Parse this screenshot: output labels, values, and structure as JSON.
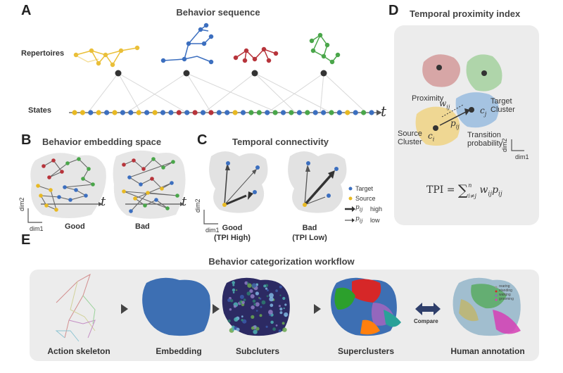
{
  "panels": {
    "a": {
      "letter": "A",
      "title": "Behavior sequence",
      "repertoires_label": "Repertoires",
      "states_label": "States",
      "time_symbol": "t",
      "state_sequence": [
        "y",
        "y",
        "b",
        "y",
        "b",
        "y",
        "b",
        "b",
        "y",
        "b",
        "y",
        "b",
        "b",
        "r",
        "b",
        "r",
        "b",
        "r",
        "b",
        "b",
        "y",
        "b",
        "g",
        "g",
        "b",
        "g",
        "b",
        "g",
        "b",
        "g",
        "b",
        "b",
        "g",
        "b",
        "y",
        "b",
        "g",
        "b"
      ]
    },
    "b": {
      "letter": "B",
      "title": "Behavior embedding space",
      "good_label": "Good",
      "bad_label": "Bad",
      "time_symbol": "t",
      "dim1": "dim1",
      "dim2": "dim2"
    },
    "c": {
      "letter": "C",
      "title": "Temporal connectivity",
      "good_label": "Good",
      "good_sub": "(TPI High)",
      "bad_label": "Bad",
      "bad_sub": "(TPI Low)",
      "legend_target": "Target",
      "legend_source": "Source",
      "legend_high": "high",
      "legend_low": "low",
      "p_symbol": "p",
      "p_sub": "ij",
      "dim1": "dim1",
      "dim2": "dim2"
    },
    "d": {
      "letter": "D",
      "title": "Temporal proximity index",
      "proximity": "Proximity",
      "target_cluster_1": "Target",
      "target_cluster_2": "Cluster",
      "source_cluster_1": "Source",
      "source_cluster_2": "Cluster",
      "transition_1": "Transition",
      "transition_2": "probability",
      "w_ij": "w",
      "p_ij": "p",
      "c_i": "c",
      "c_j": "c",
      "sub_ij": "ij",
      "sub_i": "i",
      "sub_j": "j",
      "formula_lhs": "TPI =",
      "formula_sum": "∑",
      "formula_upper": "n",
      "formula_lower": "i≠j",
      "formula_term": "w",
      "formula_term_sub": "ij",
      "formula_term2": "p",
      "formula_term2_sub": "ij",
      "dim1": "dim1",
      "dim2": "dim2"
    },
    "e": {
      "letter": "E",
      "title": "Behavior categorization workflow",
      "steps": [
        "Action skeleton",
        "Embedding",
        "Subcluters",
        "Superclusters",
        "Human annotation"
      ],
      "compare_label": "Compare",
      "annotation_legend": [
        "rearing",
        "standing",
        "walking",
        "grooming"
      ]
    }
  },
  "colors": {
    "yellow": "#e8b923",
    "blue": "#3c6fbf",
    "red": "#b7343b",
    "green": "#4aa64a",
    "gray_panel": "#e9e9e9",
    "cluster_gray": "#dedede",
    "embed_blue": "#3d6fb3"
  }
}
